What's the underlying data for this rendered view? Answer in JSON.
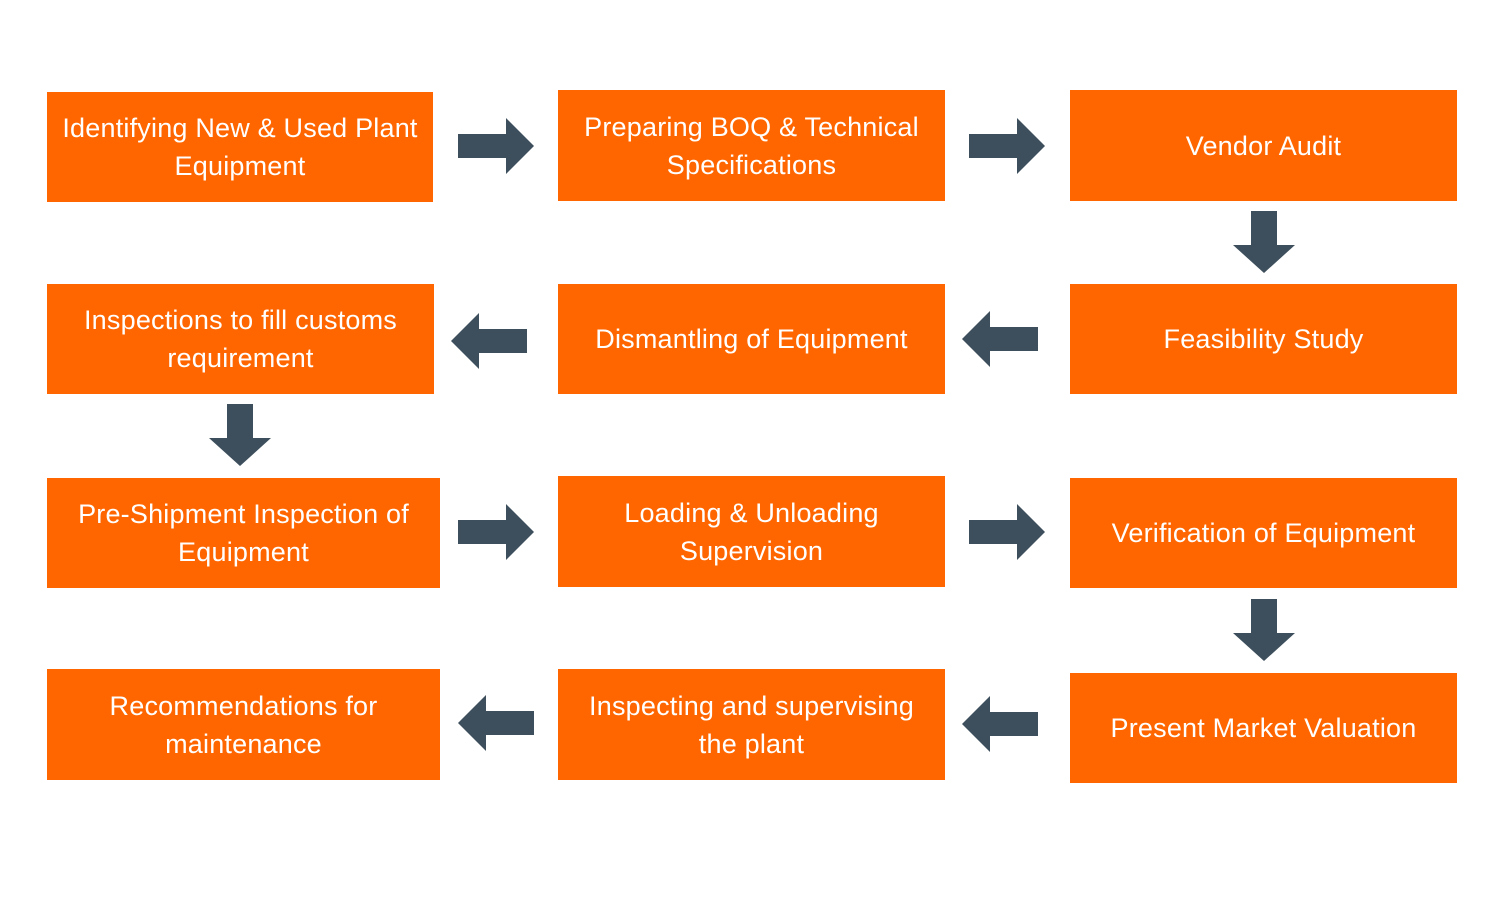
{
  "colors": {
    "box": "#ff6600",
    "box_text": "#ffffff",
    "arrow": "#3d4f5c",
    "background": "#ffffff"
  },
  "steps": [
    "Identifying New & Used Plant Equipment",
    "Preparing BOQ & Technical Specifications",
    "Vendor Audit",
    "Feasibility Study",
    "Dismantling of Equipment",
    "Inspections to fill customs requirement",
    "Pre-Shipment Inspection of Equipment",
    "Loading & Unloading Supervision",
    "Verification of Equipment",
    "Present Market Valuation",
    "Inspecting and supervising the plant",
    "Recommendations for maintenance"
  ],
  "arrows": [
    {
      "from": "step-1",
      "to": "step-2",
      "direction": "right"
    },
    {
      "from": "step-2",
      "to": "step-3",
      "direction": "right"
    },
    {
      "from": "step-3",
      "to": "step-4",
      "direction": "down"
    },
    {
      "from": "step-4",
      "to": "step-5",
      "direction": "left"
    },
    {
      "from": "step-5",
      "to": "step-6",
      "direction": "left"
    },
    {
      "from": "step-6",
      "to": "step-7",
      "direction": "down"
    },
    {
      "from": "step-7",
      "to": "step-8",
      "direction": "right"
    },
    {
      "from": "step-8",
      "to": "step-9",
      "direction": "right"
    },
    {
      "from": "step-9",
      "to": "step-10",
      "direction": "down"
    },
    {
      "from": "step-10",
      "to": "step-11",
      "direction": "left"
    },
    {
      "from": "step-11",
      "to": "step-12",
      "direction": "left"
    }
  ]
}
